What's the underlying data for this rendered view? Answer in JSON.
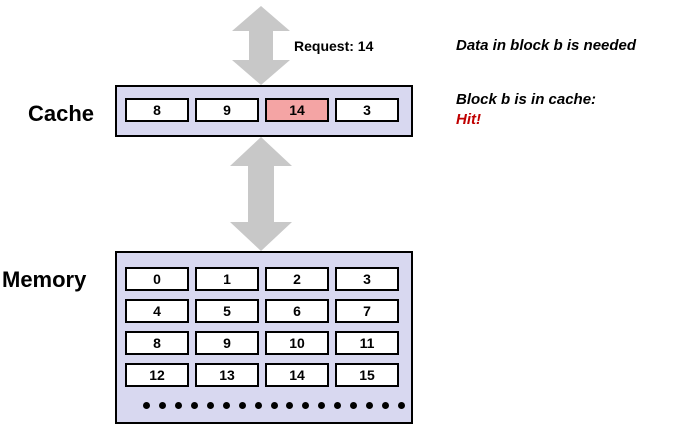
{
  "cache": {
    "label": "Cache",
    "blocks": [
      "8",
      "9",
      "14",
      "3"
    ],
    "hit_index": 2
  },
  "memory": {
    "label": "Memory",
    "rows": [
      [
        "0",
        "1",
        "2",
        "3"
      ],
      [
        "4",
        "5",
        "6",
        "7"
      ],
      [
        "8",
        "9",
        "10",
        "11"
      ],
      [
        "12",
        "13",
        "14",
        "15"
      ]
    ],
    "ellipsis_dots": 17
  },
  "request": {
    "label": "Request: 14"
  },
  "notes": {
    "needed": "Data in block b is needed",
    "in_cache": "Block b is in cache:",
    "hit": "Hit!"
  },
  "colors": {
    "panel_fill": "#d8d8f0",
    "hit_cell_fill": "#f4a4a4",
    "hit_text": "#c00000",
    "arrow_fill": "#c8c8c8"
  }
}
